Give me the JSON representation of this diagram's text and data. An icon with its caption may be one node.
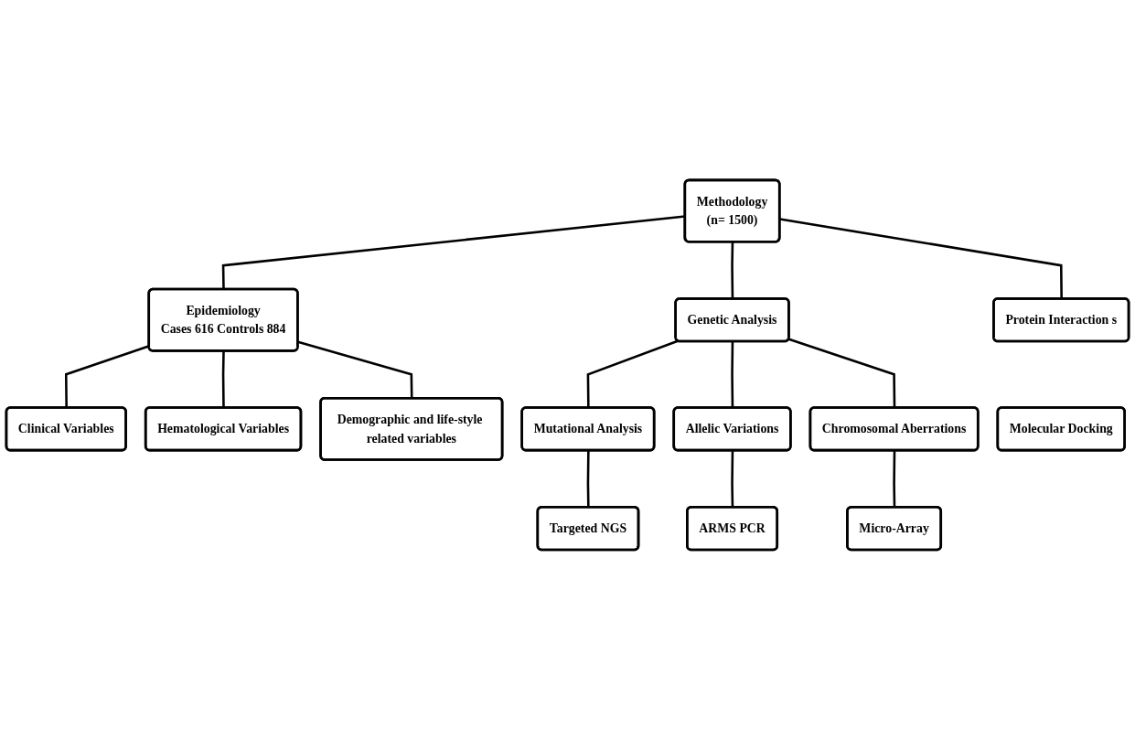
{
  "diagram": {
    "nodes": [
      {
        "text": [
          "Methodology",
          "(n= 1500)"
        ]
      },
      {
        "text": [
          "Epidemiology",
          "Cases 616 Controls 884"
        ]
      },
      {
        "text": [
          "Genetic Analysis"
        ]
      },
      {
        "text": [
          "Protein Interaction s"
        ]
      },
      {
        "text": [
          "Clinical Variables"
        ]
      },
      {
        "text": [
          "Hematological Variables"
        ]
      },
      {
        "text": [
          "Demographic and life-style related variables"
        ]
      },
      {
        "text": [
          "Mutational Analysis"
        ]
      },
      {
        "text": [
          "Allelic Variations"
        ]
      },
      {
        "text": [
          "Chromosomal Aberrations"
        ]
      },
      {
        "text": [
          "ARMS PCR"
        ]
      },
      {
        "text": [
          "Targeted NGS"
        ]
      },
      {
        "text": [
          "Micro-Array"
        ]
      },
      {
        "text": [
          "Molecular Docking"
        ]
      }
    ],
    "edges": [
      {
        "from": 0,
        "to": 1,
        "arrow": "none"
      },
      {
        "from": 0,
        "to": 2,
        "arrow": "none"
      },
      {
        "from": 0,
        "to": 3,
        "arrow": "none"
      },
      {
        "from": 1,
        "to": 4,
        "arrow": "none"
      },
      {
        "from": 1,
        "to": 5,
        "arrow": "none"
      },
      {
        "from": 1,
        "to": 6,
        "arrow": "none"
      },
      {
        "from": 2,
        "to": 7,
        "arrow": "none"
      },
      {
        "from": 2,
        "to": 8,
        "arrow": "none"
      },
      {
        "from": 2,
        "to": 9,
        "arrow": "none"
      },
      {
        "from": 8,
        "to": 10,
        "arrow": "none"
      },
      {
        "from": 7,
        "to": 11,
        "arrow": "none"
      },
      {
        "from": 9,
        "to": 12,
        "arrow": "none"
      }
    ]
  }
}
